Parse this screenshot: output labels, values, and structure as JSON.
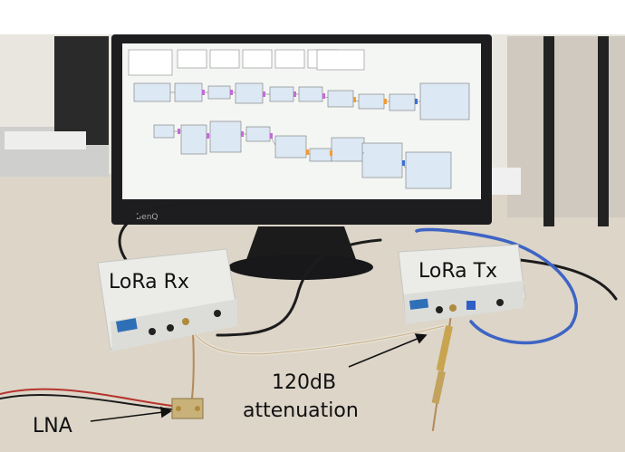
{
  "annotations": {
    "lora_rx": "LoRa Rx",
    "lora_tx": "LoRa Tx",
    "attenuation_line1": "120dB",
    "attenuation_line2": "attenuation",
    "lna": "LNA"
  },
  "monitor": {
    "brand": "BenQ"
  },
  "colors": {
    "wall": "#ece9e3",
    "desk": "#d9d2c5",
    "device": "#e9e9e6",
    "screen": "#f4f6f4",
    "monitor_frame": "#1d1d1f",
    "flowgraph_block": "#dce8f3",
    "port_purple": "#c36ad6",
    "port_orange": "#f19b36",
    "port_blue": "#3d6fd1",
    "ethernet_blue": "#3e64c4"
  }
}
